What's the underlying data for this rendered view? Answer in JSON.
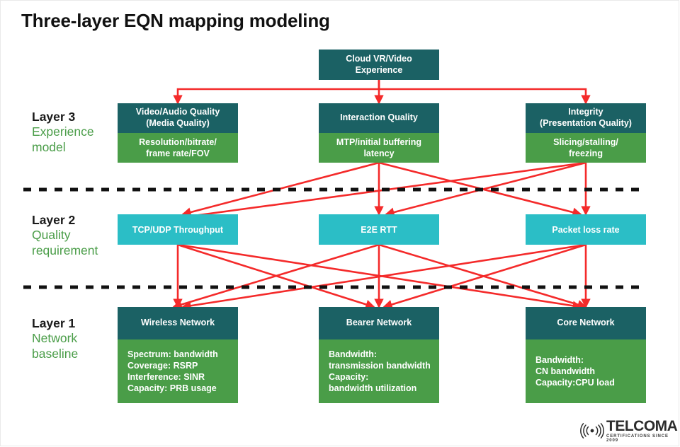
{
  "slide": {
    "title": "Three-layer EQN mapping modeling",
    "background": "#ffffff"
  },
  "colors": {
    "teal_header": "#1b6164",
    "green_body": "#4a9d48",
    "cyan_box": "#2bbec6",
    "arrow_red": "#f42a2a",
    "label_green": "#4a9d48",
    "divider_black": "#111111",
    "title_black": "#111111"
  },
  "root": {
    "label": "Cloud VR/Video\nExperience"
  },
  "layers": [
    {
      "id": "layer3",
      "number": "Layer 3",
      "name": "Experience\nmodel",
      "nodes": [
        {
          "head": "Video/Audio Quality\n(Media Quality)",
          "body": "Resolution/bitrate/\nframe rate/FOV"
        },
        {
          "head": "Interaction Quality",
          "body": "MTP/initial buffering\nlatency"
        },
        {
          "head": "Integrity\n(Presentation Quality)",
          "body": "Slicing/stalling/\nfreezing"
        }
      ]
    },
    {
      "id": "layer2",
      "number": "Layer 2",
      "name": "Quality\nrequirement",
      "nodes": [
        {
          "head": "TCP/UDP Throughput"
        },
        {
          "head": "E2E RTT"
        },
        {
          "head": "Packet loss rate"
        }
      ]
    },
    {
      "id": "layer1",
      "number": "Layer 1",
      "name": "Network\nbaseline",
      "nodes": [
        {
          "head": "Wireless Network",
          "body": "Spectrum: bandwidth\nCoverage: RSRP\nInterference: SINR\nCapacity: PRB usage"
        },
        {
          "head": "Bearer Network",
          "body": "Bandwidth:\ntransmission bandwidth\nCapacity:\nbandwidth utilization"
        },
        {
          "head": "Core Network",
          "body": "Bandwidth:\nCN bandwidth\nCapacity:CPU load"
        }
      ]
    }
  ],
  "dividers": [
    {
      "name": "divider-layer3-layer2"
    },
    {
      "name": "divider-layer2-layer1"
    }
  ],
  "logo": {
    "brand": "TELCOMA",
    "tagline": "CERTIFICATIONS SINCE 2009",
    "icon": "wireless-signal-icon"
  }
}
